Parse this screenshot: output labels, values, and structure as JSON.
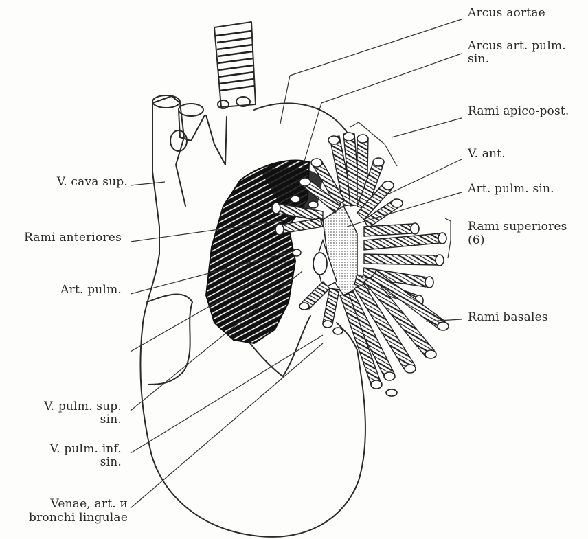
{
  "labels": {
    "arcus_aortae": "Arcus aortae",
    "arcus_art_pulm_1": "Arcus art. pulm.",
    "arcus_art_pulm_2": "sin.",
    "rami_apico_post": "Rami apico-post.",
    "v_ant": "V. ant.",
    "art_pulm_sin": "Art. pulm. sin.",
    "rami_superiores_1": "Rami superiores",
    "rami_superiores_2": "(6)",
    "rami_basales": "Rami basales",
    "v_cava_sup": "V. cava sup.",
    "rami_anteriores": "Rami anteriores",
    "art_pulm": "Art. pulm.",
    "v_pulm_sup_1": "V. pulm. sup.",
    "v_pulm_sup_2": "sin.",
    "v_pulm_inf_1": "V. pulm. inf.",
    "v_pulm_inf_2": "sin.",
    "venae_1": "Venae, art. и",
    "venae_2": "bronchi lingulae"
  }
}
